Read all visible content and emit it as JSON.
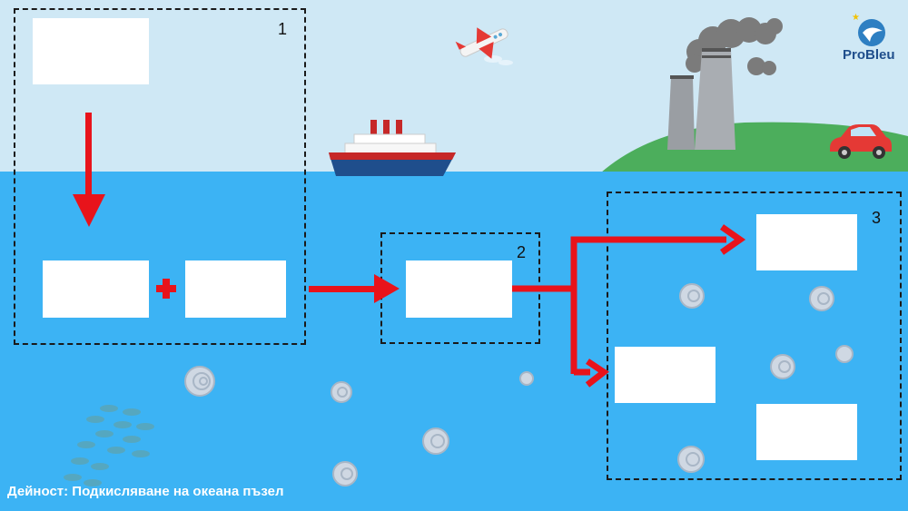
{
  "diagram": {
    "step_labels": [
      "1",
      "2",
      "3"
    ],
    "footer_text": "Дейност: Подкисляване на океана пъзел",
    "logo_text": "ProBleu"
  },
  "colors": {
    "sky": "#cfe8f5",
    "ocean": "#3cb3f4",
    "arrow": "#e8131b",
    "land": "#4cae5c"
  },
  "icons": [
    "airplane-icon",
    "ship-icon",
    "factory-icon",
    "smoke-icon",
    "car-icon",
    "shell-icon",
    "fish-school-icon",
    "logo-icon"
  ]
}
